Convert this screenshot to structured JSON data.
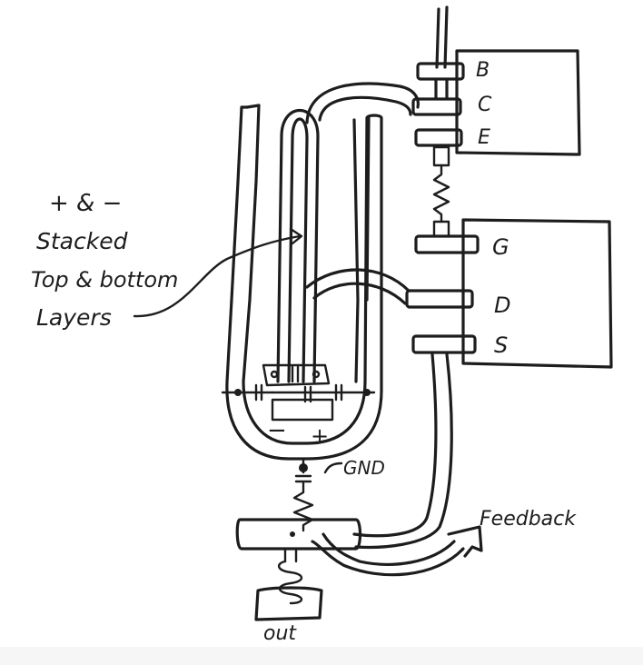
{
  "labels": {
    "plus_minus": "+ & −",
    "stacked_1": "Stacked",
    "stacked_2": "Top & bottom",
    "stacked_3": "Layers",
    "pin_b": "B",
    "pin_c": "C",
    "pin_e": "E",
    "pin_g": "G",
    "pin_d": "D",
    "pin_s": "S",
    "minus": "−",
    "plus": "+",
    "gnd": "GND",
    "feedback": "Feedback",
    "out": "out"
  },
  "colors": {
    "ink": "#1d1d1d",
    "paper": "#ffffff",
    "strip": "#f6f6f6"
  }
}
